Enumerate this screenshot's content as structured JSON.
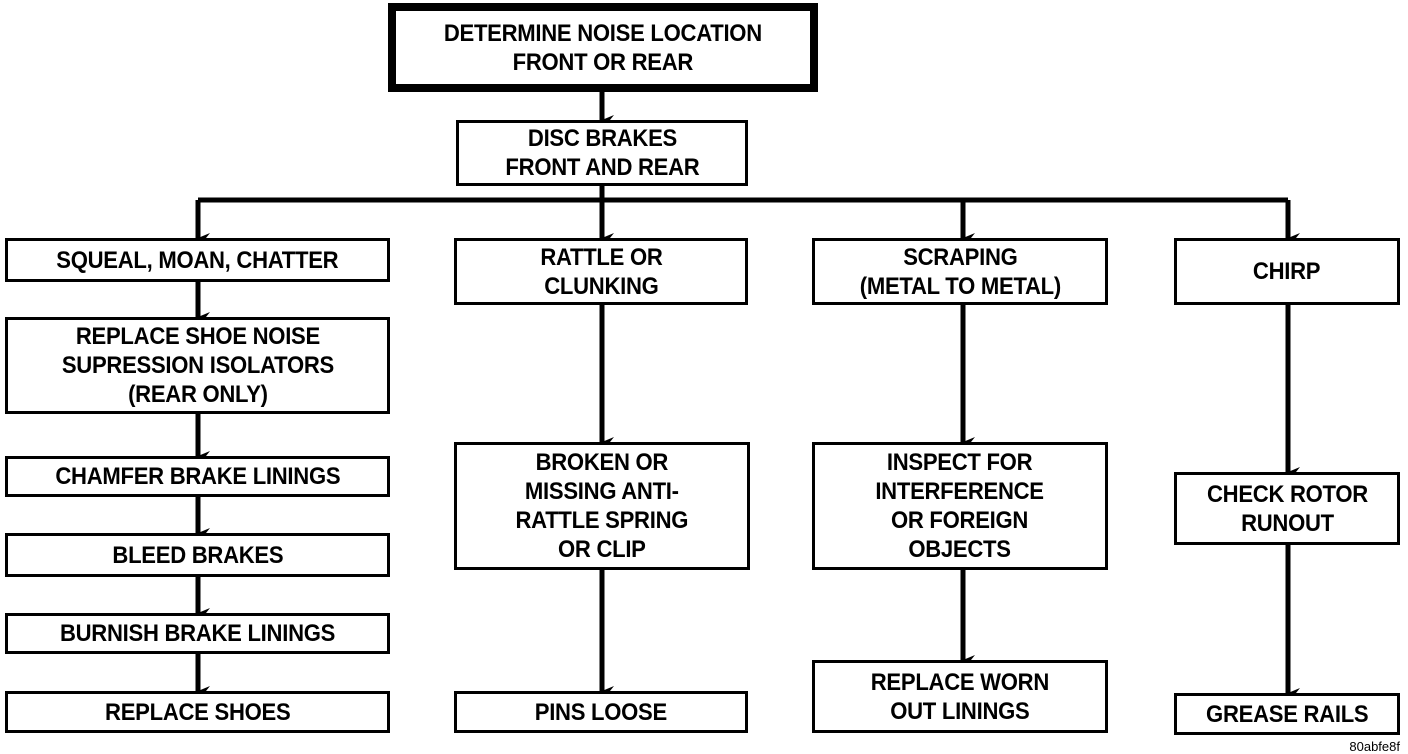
{
  "nodes": {
    "start": "DETERMINE NOISE LOCATION\nFRONT OR REAR",
    "disc": "DISC BRAKES\nFRONT AND REAR",
    "squeal": "SQUEAL, MOAN, CHATTER",
    "replace_isolators": "REPLACE SHOE NOISE\nSUPRESSION ISOLATORS\n(REAR ONLY)",
    "chamfer": "CHAMFER BRAKE LININGS",
    "bleed": "BLEED BRAKES",
    "burnish": "BURNISH BRAKE LININGS",
    "replace_shoes": "REPLACE SHOES",
    "rattle": "RATTLE OR\nCLUNKING",
    "broken": "BROKEN OR\nMISSING ANTI-\nRATTLE SPRING\nOR CLIP",
    "pins": "PINS LOOSE",
    "scraping": "SCRAPING\n(METAL TO METAL)",
    "inspect": "INSPECT FOR\nINTERFERENCE\nOR FOREIGN\nOBJECTS",
    "replace_worn": "REPLACE WORN\nOUT LININGS",
    "chirp": "CHIRP",
    "check_rotor": "CHECK ROTOR\nRUNOUT",
    "grease": "GREASE RAILS"
  },
  "figure_code": "80abfe8f"
}
